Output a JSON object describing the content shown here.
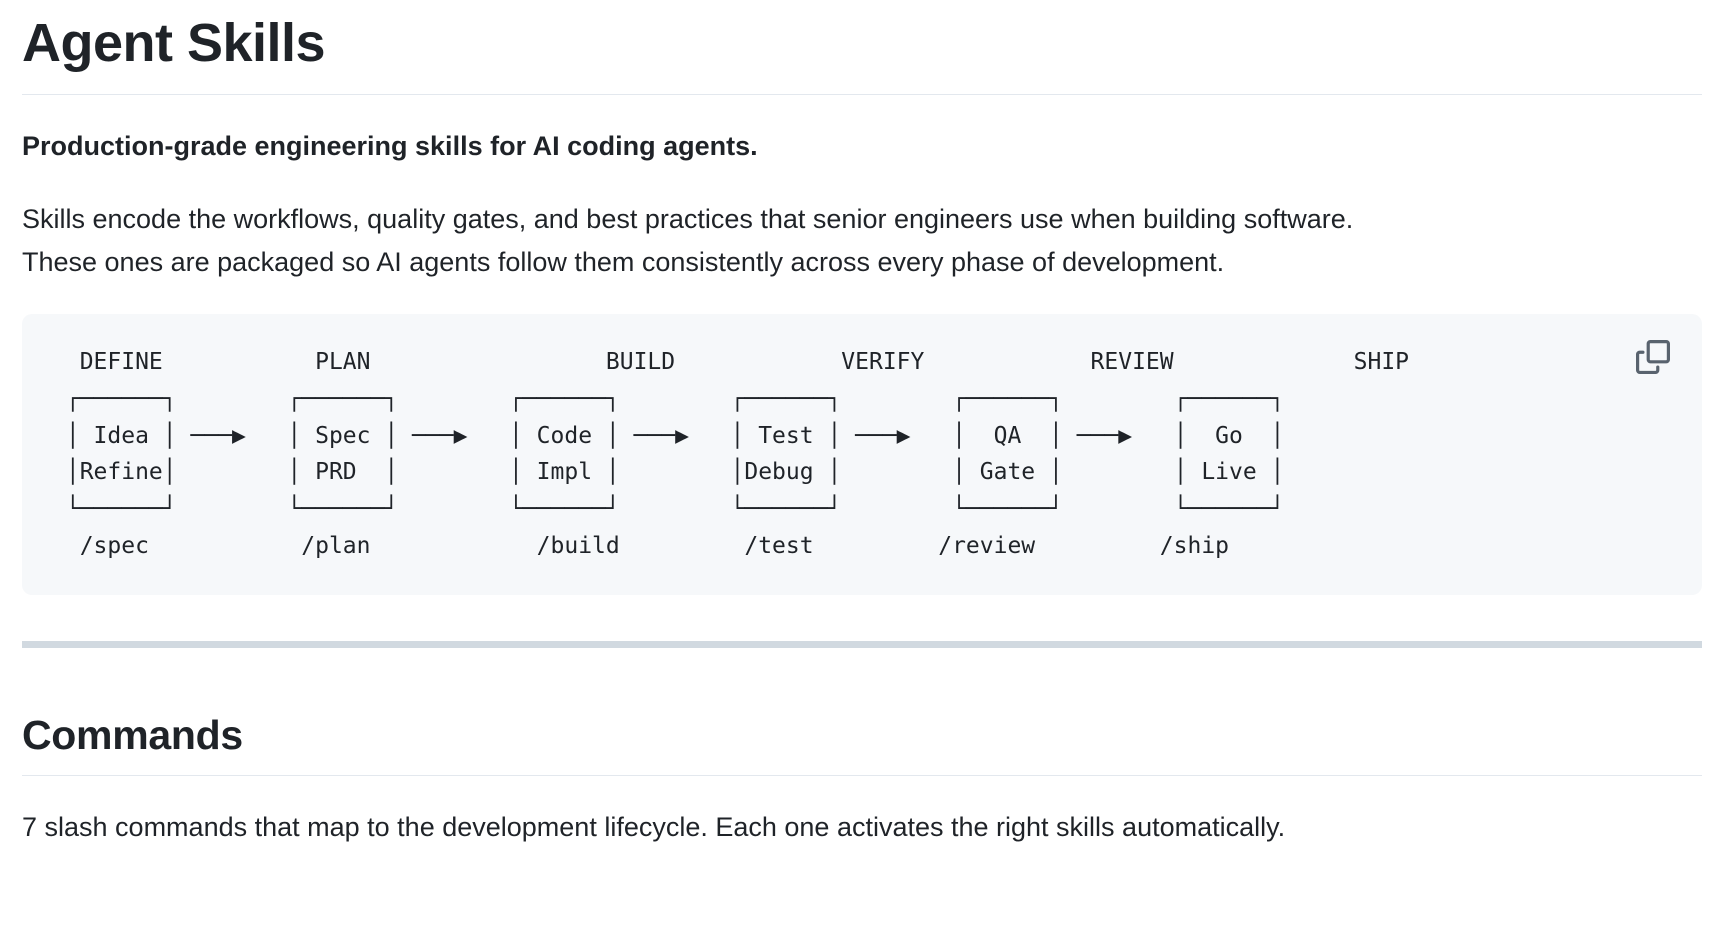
{
  "page": {
    "title": "Agent Skills"
  },
  "intro": {
    "lead": "Production-grade engineering skills for AI coding agents.",
    "lines": [
      "Skills encode the workflows, quality gates, and best practices that senior engineers use when building software.",
      "These ones are packaged so AI agents follow them consistently across every phase of development."
    ]
  },
  "diagram": {
    "ascii": "  DEFINE           PLAN                 BUILD            VERIFY            REVIEW             SHIP\n ┌──────┐        ┌──────┐        ┌──────┐        ┌──────┐        ┌──────┐        ┌──────┐\n │ Idea │ ───▶   │ Spec │ ───▶   │ Code │ ───▶   │ Test │ ───▶   │  QA  │ ───▶   │  Go  │\n │Refine│        │ PRD  │        │ Impl │        │Debug │        │ Gate │        │ Live │\n └──────┘        └──────┘        └──────┘        └──────┘        └──────┘        └──────┘\n  /spec           /plan            /build         /test         /review         /ship",
    "stages": [
      {
        "phase": "DEFINE",
        "box": [
          "Idea",
          "Refine"
        ],
        "command": "/spec"
      },
      {
        "phase": "PLAN",
        "box": [
          "Spec",
          "PRD"
        ],
        "command": "/plan"
      },
      {
        "phase": "BUILD",
        "box": [
          "Code",
          "Impl"
        ],
        "command": "/build"
      },
      {
        "phase": "VERIFY",
        "box": [
          "Test",
          "Debug"
        ],
        "command": "/test"
      },
      {
        "phase": "REVIEW",
        "box": [
          "QA",
          "Gate"
        ],
        "command": "/review"
      },
      {
        "phase": "SHIP",
        "box": [
          "Go",
          "Live"
        ],
        "command": "/ship"
      }
    ],
    "copy_icon": "copy"
  },
  "commands_section": {
    "title": "Commands",
    "description": "7 slash commands that map to the development lifecycle. Each one activates the right skills automatically."
  },
  "colors": {
    "text": "#1f2328",
    "code_background": "#f6f8fa",
    "divider": "#d1d9e0",
    "icon_muted": "#59636e"
  }
}
